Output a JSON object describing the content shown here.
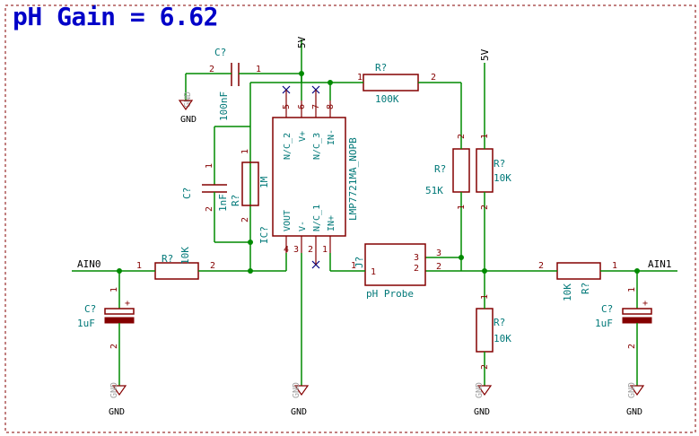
{
  "title": "pH Gain = 6.62",
  "nets": {
    "vcc1": "5V",
    "vcc2": "5V",
    "ain0": "AIN0",
    "ain1": "AIN1",
    "gnd": "GND"
  },
  "opamp": {
    "ref": "IC?",
    "value": "LMP7721MA_NOPB",
    "pins_top": [
      {
        "num": "5",
        "name": "N/C_2"
      },
      {
        "num": "6",
        "name": "V+"
      },
      {
        "num": "7",
        "name": "N/C_3"
      },
      {
        "num": "8",
        "name": "IN-"
      }
    ],
    "pins_bottom": [
      {
        "num": "4",
        "name": "VOUT"
      },
      {
        "num": "3",
        "name": "V-"
      },
      {
        "num": "2",
        "name": "N/C_1"
      },
      {
        "num": "1",
        "name": "IN+"
      }
    ]
  },
  "components": {
    "c_top": {
      "ref": "C?",
      "value": "100nF",
      "pin_a": "2",
      "pin_b": "1"
    },
    "c_fb": {
      "ref": "C?",
      "value": "1nF",
      "pin_a": "1",
      "pin_b": "2"
    },
    "r_fb": {
      "ref": "R?",
      "value": "1M",
      "pin_a": "1",
      "pin_b": "2"
    },
    "r_top": {
      "ref": "R?",
      "value": "100K",
      "pin_a": "1",
      "pin_b": "2"
    },
    "r_51k": {
      "ref": "R?",
      "value": "51K",
      "pin_a": "2",
      "pin_b": "1"
    },
    "r_10k_a": {
      "ref": "R?",
      "value": "10K",
      "pin_a": "1",
      "pin_b": "2"
    },
    "r_10k_b": {
      "ref": "R?",
      "value": "10K",
      "pin_a": "1",
      "pin_b": "2"
    },
    "r_in0": {
      "ref": "R?",
      "value": "10K",
      "pin_a": "1",
      "pin_b": "2"
    },
    "r_in1": {
      "ref": "R?",
      "value": "10K",
      "pin_a": "2",
      "pin_b": "1"
    },
    "c_ain0": {
      "ref": "C?",
      "value": "1uF",
      "pin_a": "1",
      "pin_b": "2",
      "polarity": "+"
    },
    "c_ain1": {
      "ref": "C?",
      "value": "1uF",
      "pin_a": "1",
      "pin_b": "2",
      "polarity": "+"
    },
    "probe": {
      "ref": "J?",
      "value": "pH Probe",
      "pin1": "1",
      "pin2": "2",
      "pin3": "3",
      "pin1b": "1",
      "pin2b": "2",
      "pin3b": "3"
    }
  },
  "gnd_ghost": "GND"
}
